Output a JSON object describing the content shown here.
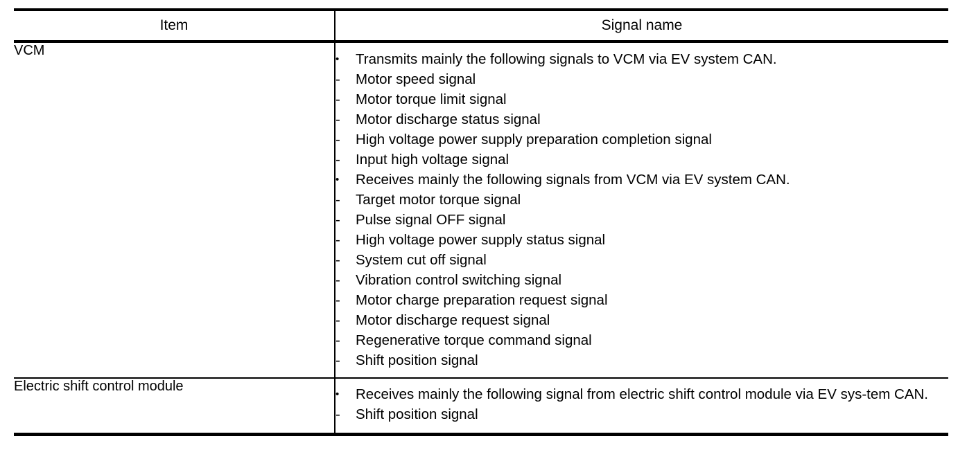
{
  "table": {
    "headers": {
      "item": "Item",
      "signal_name": "Signal name"
    },
    "rows": [
      {
        "item": "VCM",
        "signals": [
          {
            "level": "bullet",
            "marker": "•",
            "text": "Transmits mainly the following signals to VCM via EV system CAN."
          },
          {
            "level": "dash",
            "marker": "-",
            "text": "Motor speed signal"
          },
          {
            "level": "dash",
            "marker": "-",
            "text": "Motor torque limit signal"
          },
          {
            "level": "dash",
            "marker": "-",
            "text": "Motor discharge status signal"
          },
          {
            "level": "dash",
            "marker": "-",
            "text": "High voltage power supply preparation completion signal"
          },
          {
            "level": "dash",
            "marker": "-",
            "text": "Input high voltage signal"
          },
          {
            "level": "bullet",
            "marker": "•",
            "text": "Receives mainly the following signals from VCM via EV system CAN."
          },
          {
            "level": "dash",
            "marker": "-",
            "text": "Target motor torque signal"
          },
          {
            "level": "dash",
            "marker": "-",
            "text": "Pulse signal OFF signal"
          },
          {
            "level": "dash",
            "marker": "-",
            "text": "High voltage power supply status signal"
          },
          {
            "level": "dash",
            "marker": "-",
            "text": "System cut off signal"
          },
          {
            "level": "dash",
            "marker": "-",
            "text": "Vibration control switching signal"
          },
          {
            "level": "dash",
            "marker": "-",
            "text": "Motor charge preparation request signal"
          },
          {
            "level": "dash",
            "marker": "-",
            "text": "Motor discharge request signal"
          },
          {
            "level": "dash",
            "marker": "-",
            "text": "Regenerative torque command signal"
          },
          {
            "level": "dash",
            "marker": "-",
            "text": "Shift position signal"
          }
        ]
      },
      {
        "item": "Electric shift control module",
        "signals": [
          {
            "level": "bullet",
            "marker": "•",
            "text": "Receives mainly the following signal from electric shift control module via EV sys-tem CAN."
          },
          {
            "level": "dash",
            "marker": "-",
            "text": "Shift position signal"
          }
        ]
      }
    ]
  },
  "colors": {
    "rule": "#000000",
    "text": "#000000",
    "background": "#ffffff"
  }
}
